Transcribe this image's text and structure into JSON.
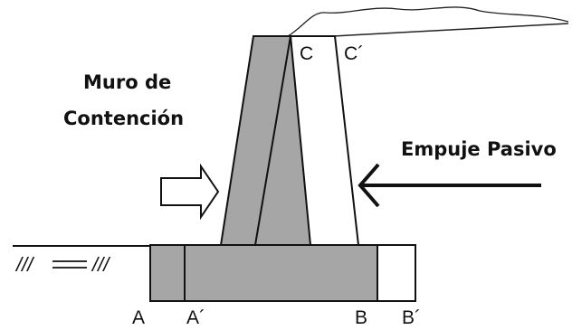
{
  "diagram": {
    "wall_label_line1": "Muro de",
    "wall_label_line2": "Contención",
    "force_label": "Empuje Pasivo",
    "points": {
      "a": "A",
      "a_prime": "A´",
      "b": "B",
      "b_prime": "B´",
      "c": "C",
      "c_prime": "C´"
    },
    "ground_hatch": "///",
    "colors": {
      "wall_fill": "#a6a6a6",
      "outline": "#111111",
      "background": "#ffffff"
    }
  }
}
